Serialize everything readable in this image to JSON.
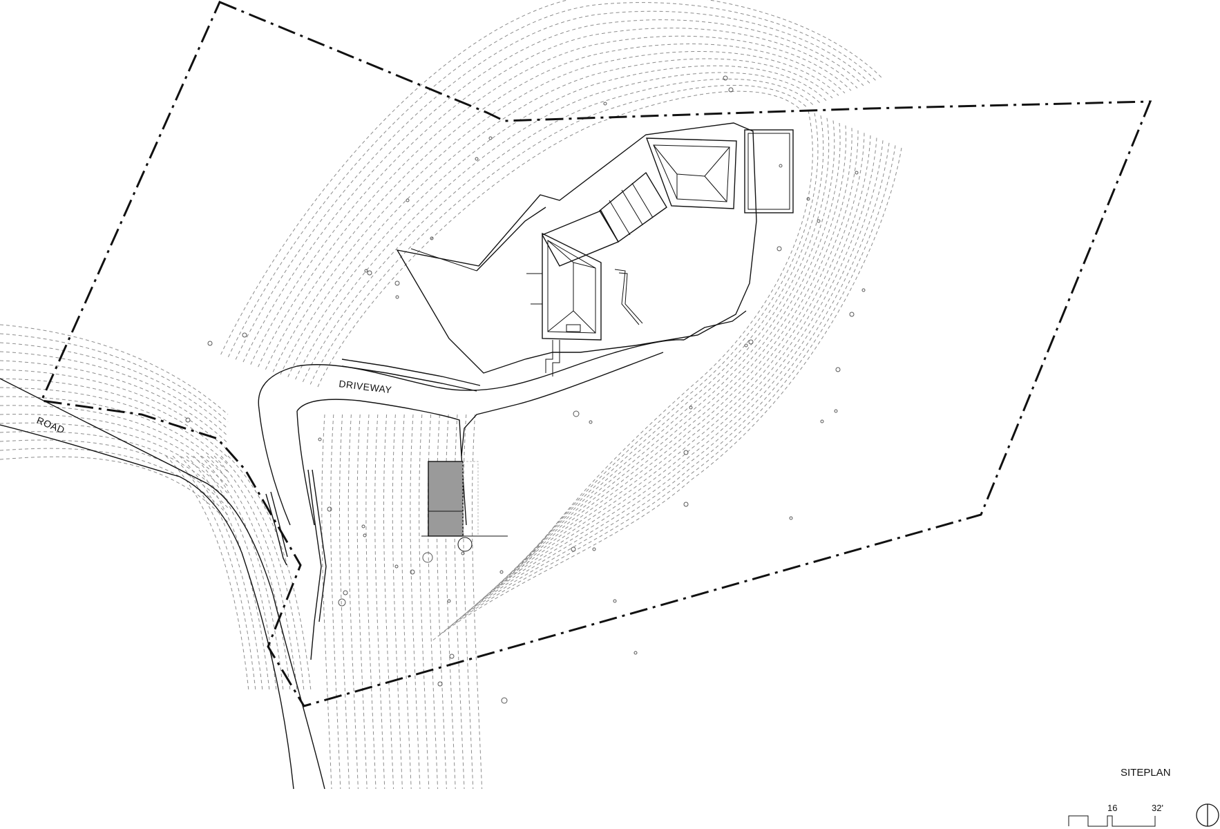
{
  "labels": {
    "road": "ROAD",
    "driveway": "DRIVEWAY",
    "title": "SITEPLAN"
  },
  "scale_bar": {
    "mark_1": "16",
    "mark_2": "32'"
  },
  "icons": {
    "north_arrow": "north-arrow-icon"
  },
  "colors": {
    "linework": "#111111",
    "contours": "#8c8c8c",
    "shed_fill": "#9a9a9a",
    "background": "#ffffff"
  }
}
